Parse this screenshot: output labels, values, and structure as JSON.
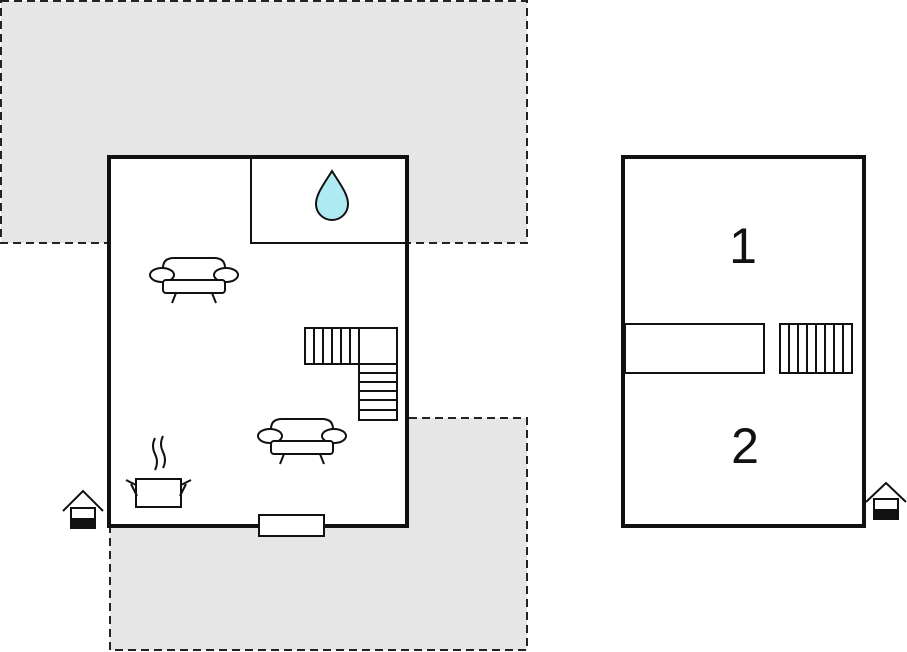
{
  "colors": {
    "wall": "#111111",
    "terrace_fill": "#e6e6e6",
    "terrace_border": "#222222",
    "water": "#aeeaf2"
  },
  "ground_floor": {
    "icons": [
      "water-drop-icon",
      "sofa-icon",
      "sofa-icon",
      "staircase-icon",
      "kitchen-pot-icon",
      "entrance-house-icon",
      "door-mat"
    ]
  },
  "upper_floor": {
    "rooms": [
      {
        "label": "1"
      },
      {
        "label": "2"
      }
    ],
    "icons": [
      "staircase-icon",
      "entrance-house-icon"
    ]
  }
}
